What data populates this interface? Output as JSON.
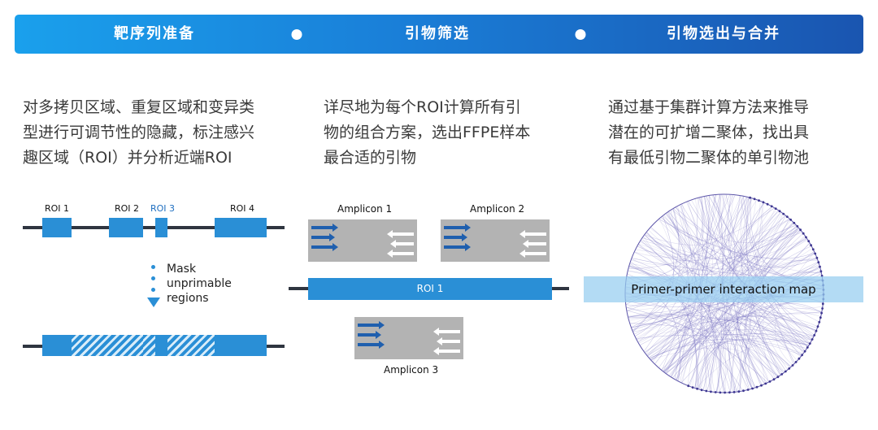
{
  "banner": {
    "steps": [
      "靶序列准备",
      "引物筛选",
      "引物选出与合并"
    ]
  },
  "columns": [
    {
      "lines": [
        "对多拷贝区域、重复区域和变异类",
        "型进行可调节性的隐藏，标注感兴",
        "趣区域（ROI）并分析近端ROI"
      ]
    },
    {
      "lines": [
        "详尽地为每个ROI计算所有引",
        "物的组合方案，选出FFPE样本",
        "最合适的引物"
      ]
    },
    {
      "lines": [
        "通过基于集群计算方法来推导",
        "潜在的可扩增二聚体，找出具",
        "有最低引物二聚体的单引物池"
      ]
    }
  ],
  "roi_diagram": {
    "labels": [
      "ROI 1",
      "ROI 2",
      "ROI 3",
      "ROI 4"
    ],
    "mask_lines": [
      "Mask",
      "unprimable",
      "regions"
    ]
  },
  "amplicon_diagram": {
    "amplicons": [
      "Amplicon 1",
      "Amplicon 2",
      "Amplicon 3"
    ],
    "roi_label": "ROI 1"
  },
  "interaction_map": {
    "label": "Primer-primer interaction map"
  },
  "colors": {
    "roi_blue": "#2a8fd6",
    "primer_forward": "#1f5fae",
    "primer_reverse": "#ffffff",
    "amplicon_gray": "#b3b3b3",
    "network_line": "#7a74c2"
  }
}
